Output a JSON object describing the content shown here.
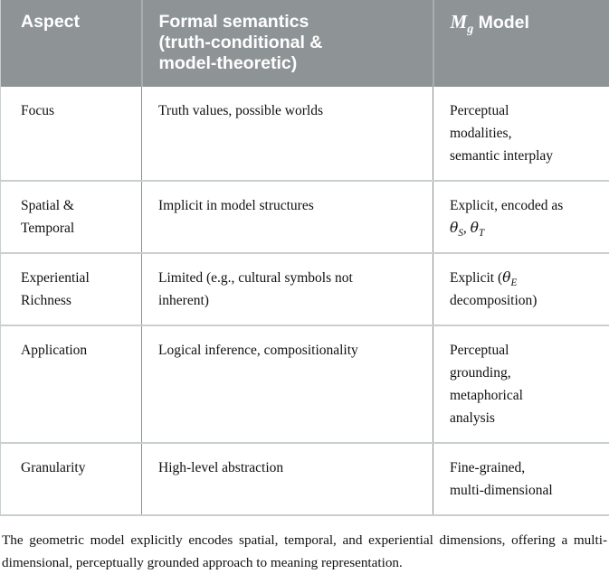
{
  "table": {
    "columns": [
      {
        "id": "aspect",
        "label": "Aspect"
      },
      {
        "id": "formal",
        "label_line1": "Formal semantics",
        "label_line2": "(truth-conditional &",
        "label_line3": "model-theoretic)"
      },
      {
        "id": "model",
        "symbol_base": "M",
        "symbol_sub": "g",
        "label_suffix": " Model"
      }
    ],
    "rows": [
      {
        "aspect": "Focus",
        "formal": "Truth values, possible worlds",
        "model_line1": "Perceptual",
        "model_line2": "modalities,",
        "model_line3": "semantic interplay"
      },
      {
        "aspect_line1": "Spatial &",
        "aspect_line2": "Temporal",
        "formal": "Implicit in model structures",
        "model_line1": "Explicit, encoded as",
        "model_theta_1_base": "θ",
        "model_theta_1_sub": "S",
        "model_theta_sep": ", ",
        "model_theta_2_base": "θ",
        "model_theta_2_sub": "T"
      },
      {
        "aspect_line1": "Experiential",
        "aspect_line2": "Richness",
        "formal_line1": "Limited (e.g., cultural symbols not",
        "formal_line2": "inherent)",
        "model_prefix": "Explicit (",
        "model_theta_base": "θ",
        "model_theta_sub": "E",
        "model_line2": "decomposition)"
      },
      {
        "aspect": "Application",
        "formal": "Logical inference, compositionality",
        "model_line1": "Perceptual",
        "model_line2": "grounding,",
        "model_line3": "metaphorical",
        "model_line4": "analysis"
      },
      {
        "aspect": "Granularity",
        "formal": "High-level abstraction",
        "model_line1": "Fine-grained,",
        "model_line2": "multi-dimensional"
      }
    ]
  },
  "caption": {
    "text": "The geometric model explicitly encodes spatial, temporal, and experiential dimensions, offering a multi-dimensional, perceptually grounded approach to meaning representation."
  },
  "colors": {
    "header_background": "#8e9496",
    "header_text": "#ffffff",
    "body_text": "#101010",
    "row_divider": "#c9cfcc",
    "column_divider": "#8d8d8d",
    "page_background": "#ffffff"
  }
}
